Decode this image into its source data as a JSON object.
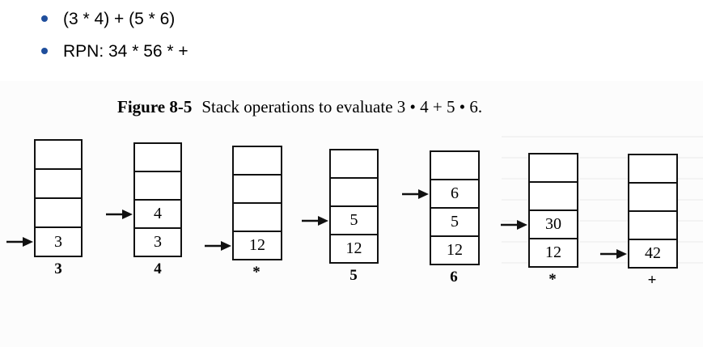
{
  "bullets": [
    {
      "text": "(3 * 4) + (5 * 6)"
    },
    {
      "text": "RPN: 34 * 56 *  +"
    }
  ],
  "figure": {
    "label": "Figure 8-5",
    "caption": "Stack operations to evaluate 3 • 4 + 5 • 6."
  },
  "stacks": [
    {
      "cells": [
        "",
        "",
        "",
        "3"
      ],
      "token": "3"
    },
    {
      "cells": [
        "",
        "",
        "4",
        "3"
      ],
      "token": "4"
    },
    {
      "cells": [
        "",
        "",
        "",
        "12"
      ],
      "token": "*"
    },
    {
      "cells": [
        "",
        "",
        "5",
        "12"
      ],
      "token": "5"
    },
    {
      "cells": [
        "",
        "6",
        "5",
        "12"
      ],
      "token": "6"
    },
    {
      "cells": [
        "",
        "",
        "30",
        "12"
      ],
      "token": "*"
    },
    {
      "cells": [
        "",
        "",
        "",
        "42"
      ],
      "token": "+"
    }
  ],
  "colors": {
    "bullet": "#1f4e9c",
    "ink": "#111111"
  }
}
